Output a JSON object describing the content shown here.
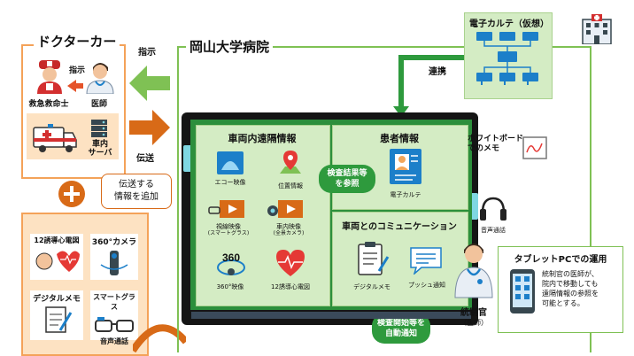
{
  "doctor_car": {
    "title": "ドクターカー",
    "paramedic": "救急救命士",
    "doctor": "医師",
    "instruct_small": "指示",
    "server": "車内サーバ",
    "server_line1": "車内",
    "server_line2": "サーバ",
    "add_info": "伝送する情報を追加",
    "add_info_line1": "伝送する",
    "add_info_line2": "情報を追加",
    "add_items": [
      {
        "label": "12誘導心電図"
      },
      {
        "label": "360°カメラ"
      },
      {
        "label": "デジタルメモ"
      },
      {
        "label": "スマートグラス"
      }
    ],
    "voice_call": "音声通話"
  },
  "arrows": {
    "instruct": "指示",
    "transmit": "伝送",
    "link": "連携"
  },
  "hospital": {
    "title": "岡山大学病院",
    "emr_virtual": "電子カルテ（仮想）",
    "whiteboard_memo": "ホワイトボードでのメモ",
    "whiteboard_line1": "ホワイトボード",
    "whiteboard_line2": "でのメモ",
    "voice_call": "音声通話",
    "controller": "統制官",
    "controller_role": "（医師）",
    "tablet_title": "タブレットPCでの運用",
    "tablet_desc": "統制官の医師が、院内で移動しても遠隔情報の参照を可能とする。",
    "tablet_desc_lines": [
      "統制官の医師が、",
      "院内で移動しても",
      "遠隔情報の参照を",
      "可能とする。"
    ]
  },
  "screen": {
    "remote_panel_title": "車両内遠隔情報",
    "remote_items": [
      {
        "label": "エコー映像",
        "sub": ""
      },
      {
        "label": "位置情報",
        "sub": ""
      },
      {
        "label": "視線映像",
        "sub": "(スマートグラス)"
      },
      {
        "label": "車内映像",
        "sub": "(全景カメラ)"
      },
      {
        "label": "360°映像",
        "sub": ""
      },
      {
        "label": "12誘導心電図",
        "sub": ""
      }
    ],
    "patient_panel_title": "患者情報",
    "emr": "電子カルテ",
    "test_results": "検査結果等を参照",
    "test_results_line1": "検査結果等",
    "test_results_line2": "を参照",
    "comm_panel_title": "車両とのコミュニケーション",
    "digital_memo": "デジタルメモ",
    "push_notify": "プッシュ通知",
    "auto_notify": "検査開始等を自動通知",
    "auto_notify_line1": "検査開始等を",
    "auto_notify_line2": "自動通知",
    "icon_360": "360"
  },
  "colors": {
    "orange": "#f4a259",
    "orange_dark": "#d86a17",
    "green": "#7fc154",
    "green_dark": "#2e9a3d",
    "screen_green": "#2c8f3c",
    "panel_green": "#d4ecc4",
    "blue": "#1c7fc9",
    "cyan": "#7fd7e2"
  }
}
